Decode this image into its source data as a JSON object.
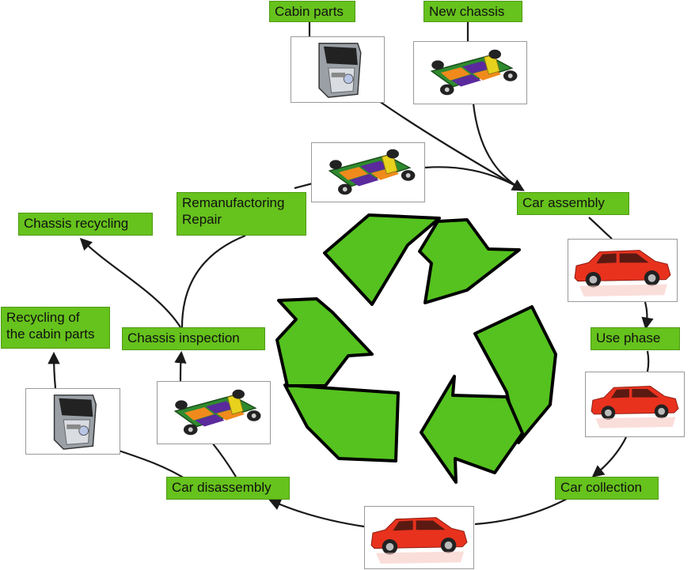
{
  "labels": {
    "cabin_parts": "Cabin parts",
    "new_chassis": "New chassis",
    "car_assembly": "Car assembly",
    "use_phase": "Use phase",
    "car_collection": "Car collection",
    "car_disassembly": "Car disassembly",
    "chassis_inspection": "Chassis inspection",
    "remanufactoring": [
      "Remanufactoring",
      "Repair"
    ],
    "chassis_recycling": "Chassis recycling",
    "recycling_cabin_parts": [
      "Recycling of",
      "the cabin parts"
    ]
  },
  "colors": {
    "label_fill": "#66c21c",
    "recycle_green": "#55c21f",
    "car_red": "#e8321e",
    "chassis_green": "#2f8a2f",
    "chassis_orange": "#f08a1c",
    "chassis_purple": "#5b2a9c",
    "arrow": "#1a1a1a"
  },
  "icons": [
    "car-door-icon",
    "chassis-icon",
    "red-suv-icon",
    "recycle-symbol-icon"
  ]
}
